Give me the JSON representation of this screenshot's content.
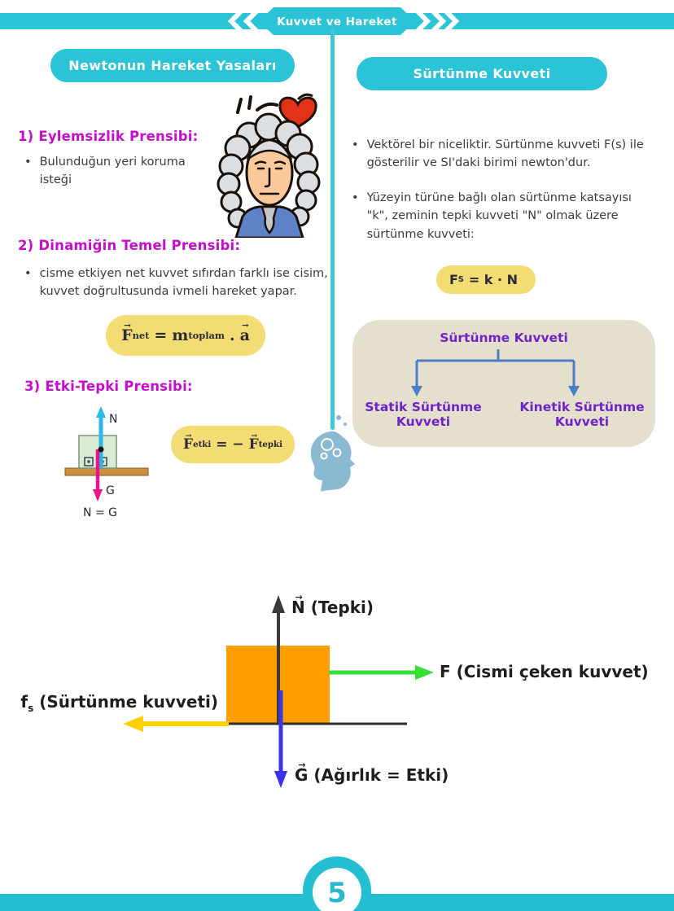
{
  "banner": {
    "title": "Kuvvet ve Hareket"
  },
  "ui": {
    "bullet": "•",
    "vec_arrow": "→"
  },
  "colors": {
    "cyan": "#2bc3d6",
    "magenta_heading": "#c40ecb",
    "formula_bg": "#f3dc73",
    "tree_bg": "#e5dfcd",
    "tree_text": "#6f24c9",
    "tree_line": "#4a7ec5",
    "box_orange": "#ff9e00",
    "arrow_green": "#35df35",
    "arrow_yellow": "#ffd103",
    "arrow_blue": "#3c35e8",
    "arrow_cyan": "#29b9e8",
    "arrow_magenta": "#e8148c"
  },
  "left": {
    "title": "Newtonun Hareket Yasaları",
    "s1_heading": "1) Eylemsizlik Prensibi:",
    "s1_bullet": "Bulunduğun yeri koruma isteği",
    "s2_heading": "2) Dinamiğin Temel Prensibi:",
    "s2_bullet": "cisme etkiyen net kuvvet sıfırdan farklı ise cisim, kuvvet doğrultusunda ivmeli hareket yapar.",
    "s3_heading": "3) Etki-Tepki Prensibi:",
    "ng_diagram": {
      "n_label": "N",
      "g_label": "G",
      "equality": "N = G"
    },
    "formula_fnet": {
      "f": "F",
      "f_sub": "net",
      "equals": "=",
      "m": "m",
      "m_sub": "toplam",
      "dot": ".",
      "a": "a"
    },
    "formula_fetki": {
      "f1": "F",
      "f1_sub": "etki",
      "equals": "= −",
      "f2": "F",
      "f2_sub": "tepki"
    }
  },
  "right": {
    "title": "Sürtünme Kuvveti",
    "bullet1": "Vektörel bir niceliktir. Sürtünme kuvveti F(s) ile gösterilir ve SI'daki birimi newton'dur.",
    "bullet2": "Yüzeyin türüne bağlı olan sürtünme katsayısı \"k\", zeminin tepki kuvveti \"N\" olmak üzere sürtünme kuvveti:",
    "formula_fs": {
      "f": "F",
      "f_sub": "S",
      "rest": "= k · N"
    },
    "tree": {
      "root": "Sürtünme Kuvveti",
      "left_leaf": "Statik Sürtünme Kuvveti",
      "right_leaf": "Kinetik Sürtünme Kuvveti"
    }
  },
  "force_diagram": {
    "n_label": {
      "letter": "N",
      "rest": " (Tepki)"
    },
    "f_label": "F (Cismi çeken kuvvet)",
    "fs_label": {
      "letter": "f",
      "sub": "s",
      "rest": " (Sürtünme kuvveti)"
    },
    "g_label": {
      "letter": "G",
      "rest": " (Ağırlık = Etki)"
    }
  },
  "footer": {
    "page_number": "5"
  }
}
